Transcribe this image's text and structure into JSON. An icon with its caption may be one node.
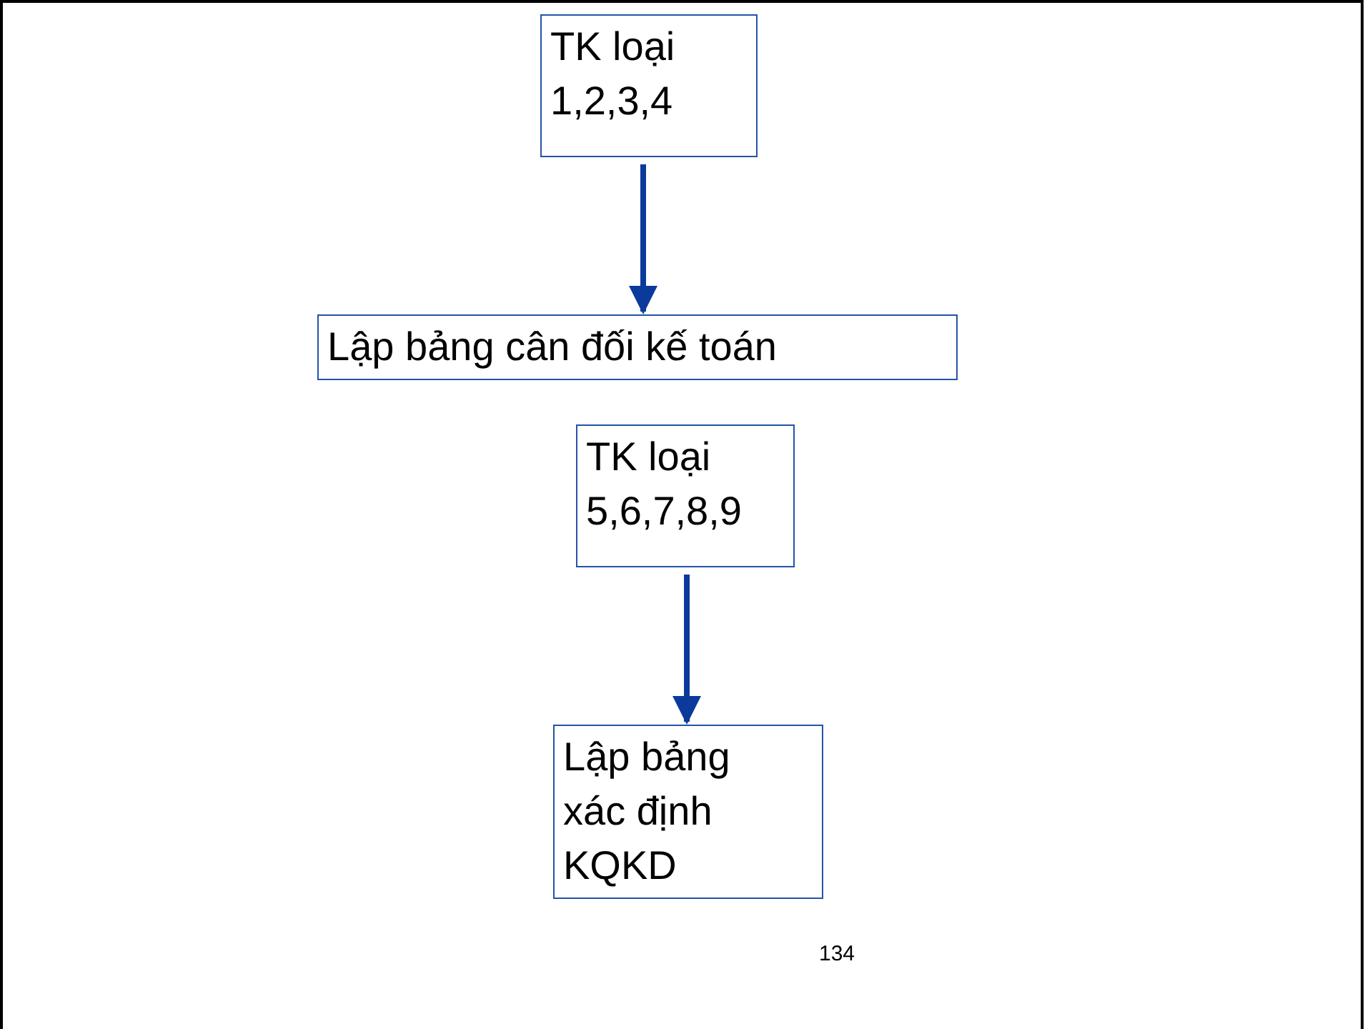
{
  "diagram": {
    "nodes": [
      {
        "text": [
          "TK loại 1,2,3,4"
        ]
      },
      {
        "text": [
          "Lập bảng cân đối kế toán"
        ]
      },
      {
        "text": [
          "TK loại 5,6,7,8,9"
        ]
      },
      {
        "text": [
          "Lập bảng xác định KQKD"
        ]
      }
    ],
    "edges": [
      {
        "from": 0,
        "to": 1,
        "arrow": "to"
      },
      {
        "from": 2,
        "to": 3,
        "arrow": "to"
      }
    ],
    "labels": [
      "134"
    ]
  }
}
